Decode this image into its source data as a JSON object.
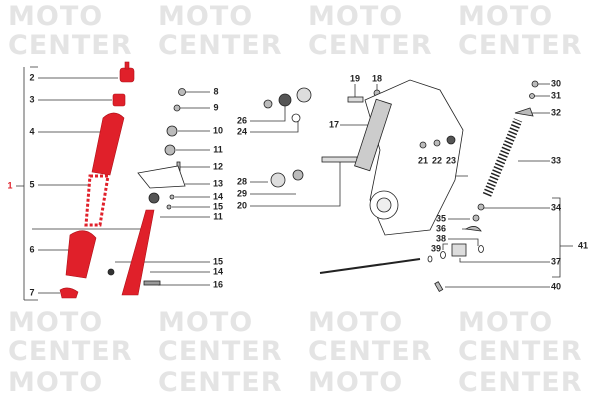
{
  "watermark": {
    "line1": "MOTO",
    "line2": "CENTER"
  },
  "colors": {
    "highlight": "#e0202a",
    "ink": "#222222",
    "watermark": "#e4e4e4"
  },
  "labels": [
    "1",
    "2",
    "3",
    "4",
    "5",
    "6",
    "7",
    "8",
    "9",
    "10",
    "11",
    "12",
    "13",
    "14",
    "15",
    "11",
    "15",
    "14",
    "16",
    "26",
    "24",
    "28",
    "29",
    "20",
    "19",
    "18",
    "17",
    "21",
    "22",
    "23",
    "30",
    "31",
    "32",
    "33",
    "34",
    "35",
    "36",
    "38",
    "39",
    "37",
    "41",
    "40"
  ]
}
